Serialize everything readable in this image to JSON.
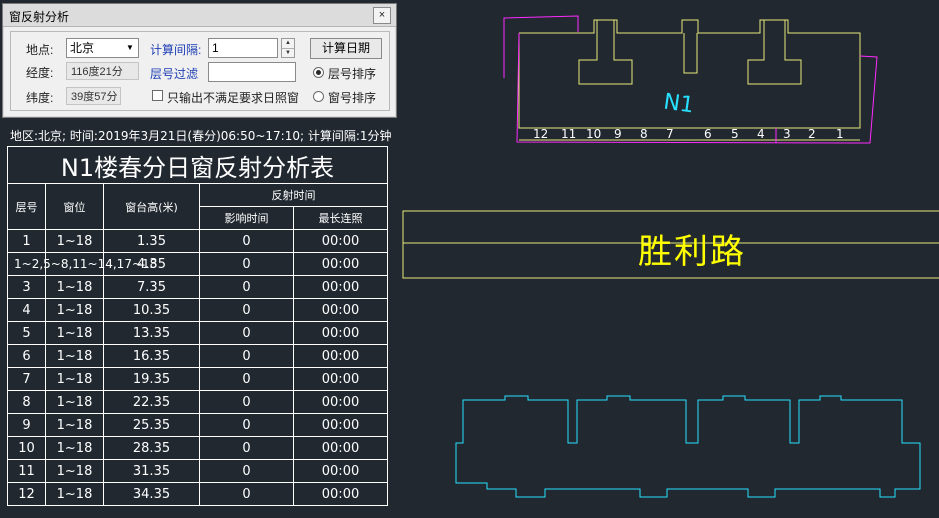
{
  "dialog": {
    "title": "窗反射分析",
    "close_label": "×",
    "location_label": "地点:",
    "location_value": "北京",
    "longitude_label": "经度:",
    "longitude_value": "116度21分",
    "latitude_label": "纬度:",
    "latitude_value": "39度57分",
    "interval_label": "计算间隔:",
    "interval_value": "1",
    "floor_filter_label": "层号过滤",
    "floor_filter_value": "",
    "only_output_label": "只输出不满足要求日照窗",
    "calc_date_button": "计算日期",
    "sort_by_floor_label": "层号排序",
    "sort_by_window_label": "窗号排序"
  },
  "info_line": "地区:北京; 时间:2019年3月21日(春分)06:50~17:10; 计算间隔:1分钟",
  "table": {
    "title": "N1楼春分日窗反射分析表",
    "headers": {
      "floor": "层号",
      "window": "窗位",
      "sill": "窗台高(米)",
      "reflection": "反射时间",
      "impact": "影响时间",
      "longest": "最长连照"
    },
    "rows": [
      {
        "floor": "1",
        "window": "1~18",
        "sill": "1.35",
        "impact": "0",
        "longest": "00:00"
      },
      {
        "floor": "",
        "window": "1~2,5~8,11~14,17~18",
        "sill": "4.35",
        "impact": "0",
        "longest": "00:00"
      },
      {
        "floor": "3",
        "window": "1~18",
        "sill": "7.35",
        "impact": "0",
        "longest": "00:00"
      },
      {
        "floor": "4",
        "window": "1~18",
        "sill": "10.35",
        "impact": "0",
        "longest": "00:00"
      },
      {
        "floor": "5",
        "window": "1~18",
        "sill": "13.35",
        "impact": "0",
        "longest": "00:00"
      },
      {
        "floor": "6",
        "window": "1~18",
        "sill": "16.35",
        "impact": "0",
        "longest": "00:00"
      },
      {
        "floor": "7",
        "window": "1~18",
        "sill": "19.35",
        "impact": "0",
        "longest": "00:00"
      },
      {
        "floor": "8",
        "window": "1~18",
        "sill": "22.35",
        "impact": "0",
        "longest": "00:00"
      },
      {
        "floor": "9",
        "window": "1~18",
        "sill": "25.35",
        "impact": "0",
        "longest": "00:00"
      },
      {
        "floor": "10",
        "window": "1~18",
        "sill": "28.35",
        "impact": "0",
        "longest": "00:00"
      },
      {
        "floor": "11",
        "window": "1~18",
        "sill": "31.35",
        "impact": "0",
        "longest": "00:00"
      },
      {
        "floor": "12",
        "window": "1~18",
        "sill": "34.35",
        "impact": "0",
        "longest": "00:00"
      }
    ]
  },
  "drawing": {
    "building_label": "N1",
    "road_label": "胜利路",
    "unit_numbers": [
      "12",
      "11",
      "10",
      "9",
      "8",
      "7",
      "6",
      "5",
      "4",
      "3",
      "2",
      "1"
    ],
    "colors": {
      "background": "#212830",
      "outline_yellow": "#e8e87a",
      "outline_magenta": "#ff2bff",
      "outline_cyan": "#28e0ff",
      "road_text": "#ffff00"
    }
  }
}
